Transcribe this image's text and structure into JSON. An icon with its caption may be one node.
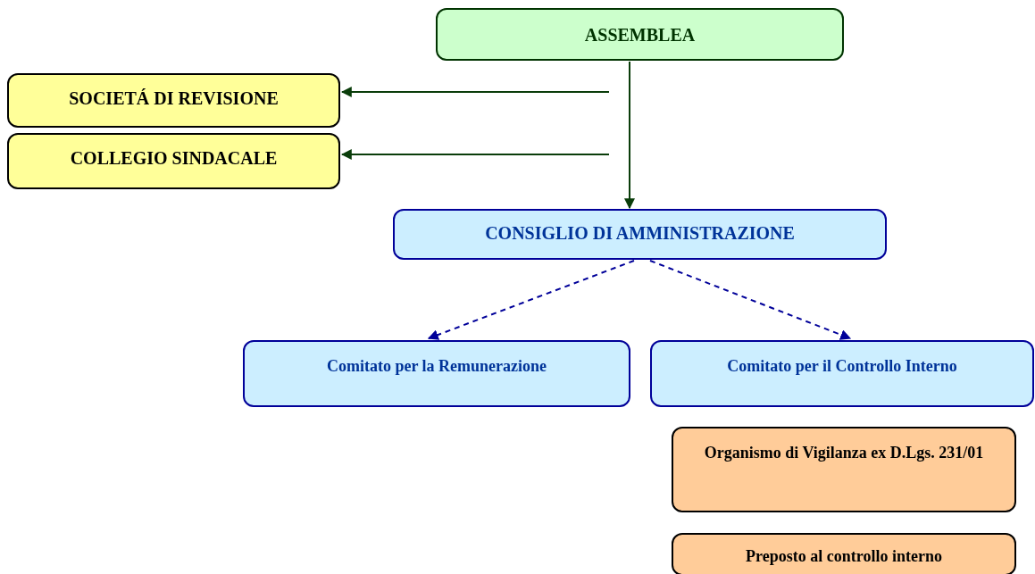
{
  "diagram": {
    "nodes": [
      {
        "text": [
          "ASSEMBLEA"
        ]
      },
      {
        "text": [
          "SOCIETÁ DI REVISIONE"
        ]
      },
      {
        "text": [
          "COLLEGIO SINDACALE"
        ]
      },
      {
        "text": [
          "CONSIGLIO DI AMMINISTRAZIONE"
        ]
      },
      {
        "text": [
          "Comitato per la Remunerazione"
        ]
      },
      {
        "text": [
          "Comitato per il Controllo Interno"
        ]
      },
      {
        "text": [
          "Organismo di Vigilanza ex D.Lgs. 231/01"
        ]
      },
      {
        "text": [
          "Preposto al controllo interno"
        ]
      }
    ],
    "edges": [
      {
        "from": 0,
        "to": 3,
        "arrow": "to"
      },
      {
        "from": null,
        "to": 1,
        "arrow": "to"
      },
      {
        "from": null,
        "to": 2,
        "arrow": "to"
      },
      {
        "from": 3,
        "to": 4,
        "arrow": "to",
        "style": "dashed",
        "color": "#000099"
      },
      {
        "from": 3,
        "to": 5,
        "arrow": "to",
        "style": "dashed",
        "color": "#000099"
      }
    ]
  }
}
